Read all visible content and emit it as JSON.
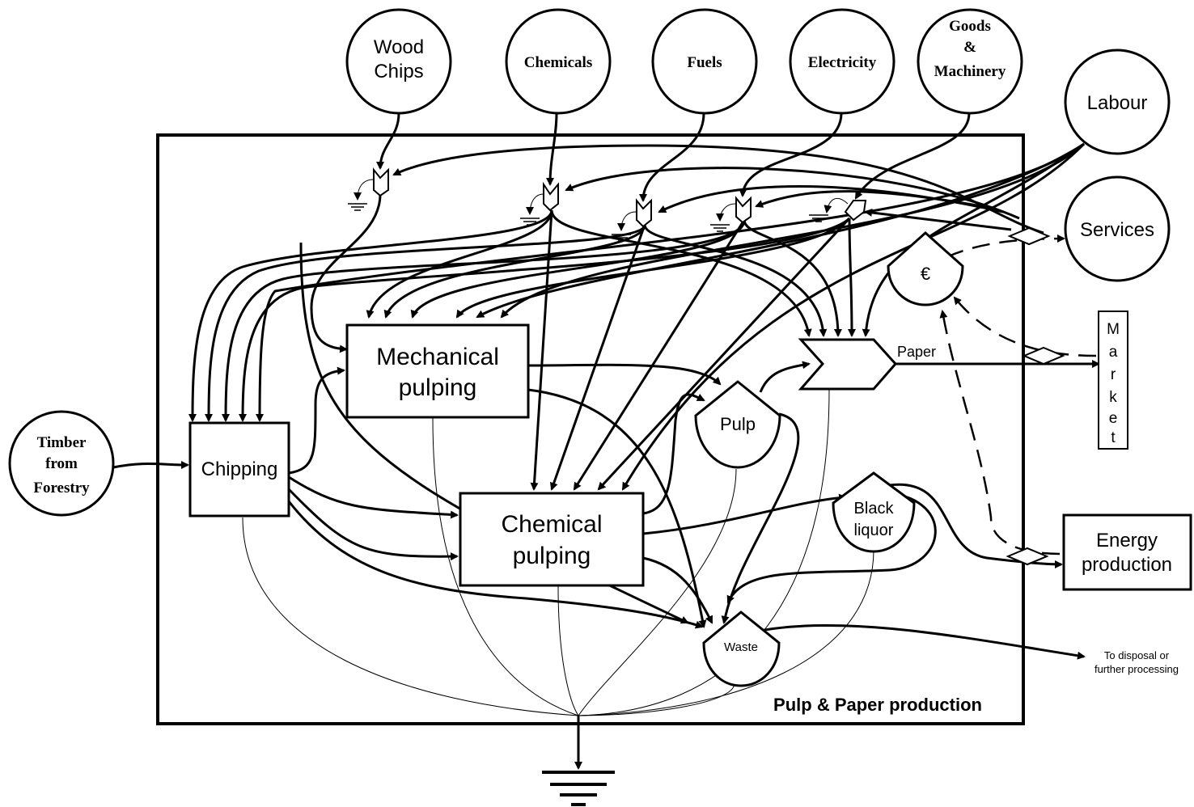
{
  "sources": {
    "wood_chips": [
      "Wood",
      "Chips"
    ],
    "chemicals": "Chemicals",
    "fuels": "Fuels",
    "electricity": "Electricity",
    "goods": [
      "Goods",
      "&",
      "Machinery"
    ],
    "labour": "Labour",
    "services": "Services",
    "timber": [
      "Timber",
      "from",
      "Forestry"
    ]
  },
  "processes": {
    "chipping": "Chipping",
    "mechanical": [
      "Mechanical",
      "pulping"
    ],
    "chemical": [
      "Chemical",
      "pulping"
    ],
    "paper": "Paper"
  },
  "storages": {
    "pulp": "Pulp",
    "black_liquor": [
      "Black",
      "liquor"
    ],
    "waste": "Waste",
    "money": "€"
  },
  "outputs": {
    "market_letters": [
      "M",
      "a",
      "r",
      "k",
      "e",
      "t"
    ],
    "energy": [
      "Energy",
      "production"
    ],
    "disposal": [
      "To disposal or",
      "further processing"
    ]
  },
  "main": {
    "label": "Pulp & Paper production"
  }
}
